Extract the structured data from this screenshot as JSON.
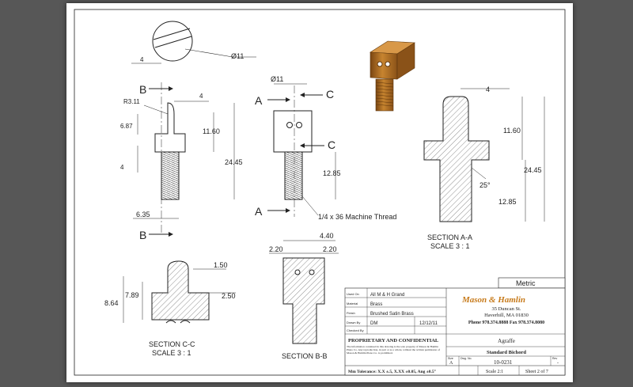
{
  "top_view": {
    "dim_dia": "Ø11",
    "dim_offset": "4"
  },
  "left_view": {
    "section_label_top": "B",
    "section_label_bottom": "B",
    "radius": "R3.11",
    "dim_top_width": "4",
    "dim_head_height": "6.87",
    "dim_shoulder": "4",
    "dim_upper_height": "11.60",
    "dim_total_height": "24.45",
    "dim_thread_width": "6.35"
  },
  "front_view": {
    "dim_width": "Ø11",
    "section_a_top": "A",
    "section_a_bottom": "A",
    "section_c_top": "C",
    "section_c_bottom": "C",
    "dim_thread_height": "12.85",
    "thread_note": "1/4 x 36 Machine Thread"
  },
  "section_aa": {
    "dim_top": "4",
    "dim_upper": "11.60",
    "dim_total": "24.45",
    "dim_thread": "12.85",
    "angle": "25°",
    "title": "SECTION A-A",
    "scale": "SCALE 3 : 1"
  },
  "section_cc": {
    "dim_a": "1.50",
    "dim_b": "2.50",
    "dim_c": "7.89",
    "dim_d": "8.64",
    "title": "SECTION C-C",
    "scale": "SCALE 3 : 1"
  },
  "section_bb": {
    "dim_a": "4.40",
    "dim_b": "2.20",
    "dim_c": "2.20",
    "title": "SECTION B-B"
  },
  "title_block": {
    "units": "Metric",
    "rows": [
      {
        "label": "Used On",
        "value": "All M & H Grand"
      },
      {
        "label": "Material",
        "value": "Brass"
      },
      {
        "label": "Finish",
        "value": "Brushed Satin Brass"
      },
      {
        "label": "Drawn By",
        "value": "DM"
      },
      {
        "label": "Checked By",
        "value": ""
      }
    ],
    "drawn_date": "12/12/11",
    "proprietary": "PROPRIETARY AND CONFIDENTIAL",
    "proprietary_text": "The information contained in this drawing is the sole property of Mason & Hamlin Piano Co. Any reproduction, in part or as a whole, without the written permission of Mason & Hamlin Piano Co. is prohibited.",
    "company": "Mason & Hamlin",
    "address1": "35 Duncan St.",
    "address2": "Haverhill, MA 01830",
    "phone": "Phone 978.374.8888  Fax 978.374.8080",
    "part_name": "Agraffe",
    "part_desc": "Standard Bichord",
    "size_label": "Size",
    "size_value": "A",
    "dwg_label": "Dwg. No.",
    "dwg_value": "10-0231",
    "rev_label": "Rev",
    "rev_value": "-",
    "tolerance": "Mm Tolerance: X.X ±.5, X.XX ±0.05, Ang ±0.5°",
    "scale": "Scale 2:1",
    "sheet": "Sheet 2 of 7"
  },
  "colors": {
    "bronze": "#b8732a",
    "bronze_dark": "#7a4612",
    "brand": "#c77a1a"
  }
}
